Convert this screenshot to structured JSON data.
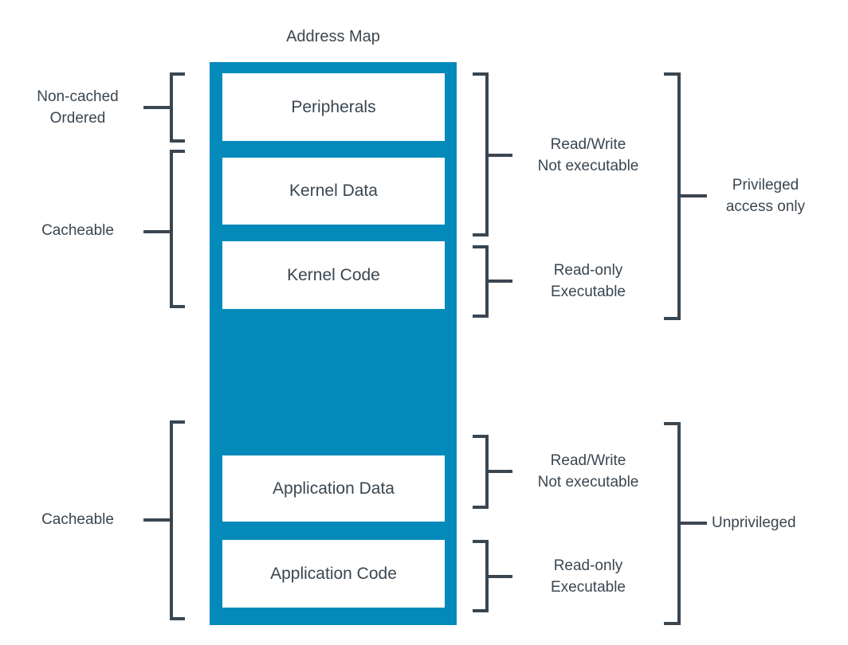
{
  "title": "Address Map",
  "colors": {
    "box_fill": "#048ABA",
    "line": "#3A4650",
    "text": "#3A4650",
    "background": "#FFFFFF"
  },
  "address_map": {
    "regions": [
      {
        "label": "Peripherals"
      },
      {
        "label": "Kernel Data"
      },
      {
        "label": "Kernel Code"
      },
      {
        "label": "Application Data"
      },
      {
        "label": "Application Code"
      }
    ]
  },
  "cache_annotations": [
    {
      "label": "Non-cached\nOrdered",
      "applies_to": "Peripherals"
    },
    {
      "label": "Cacheable",
      "applies_to": "Kernel Data, Kernel Code"
    },
    {
      "label": "Cacheable",
      "applies_to": "Application Data, Application Code"
    }
  ],
  "access_annotations": [
    {
      "label": "Read/Write\nNot executable",
      "applies_to": "Peripherals, Kernel Data"
    },
    {
      "label": "Read-only\nExecutable",
      "applies_to": "Kernel Code"
    },
    {
      "label": "Read/Write\nNot executable",
      "applies_to": "Application Data"
    },
    {
      "label": "Read-only\nExecutable",
      "applies_to": "Application Code"
    }
  ],
  "privilege_annotations": [
    {
      "label": "Privileged\naccess only",
      "applies_to": "Peripherals, Kernel Data, Kernel Code"
    },
    {
      "label": "Unprivileged",
      "applies_to": "Application Data, Application Code"
    }
  ]
}
